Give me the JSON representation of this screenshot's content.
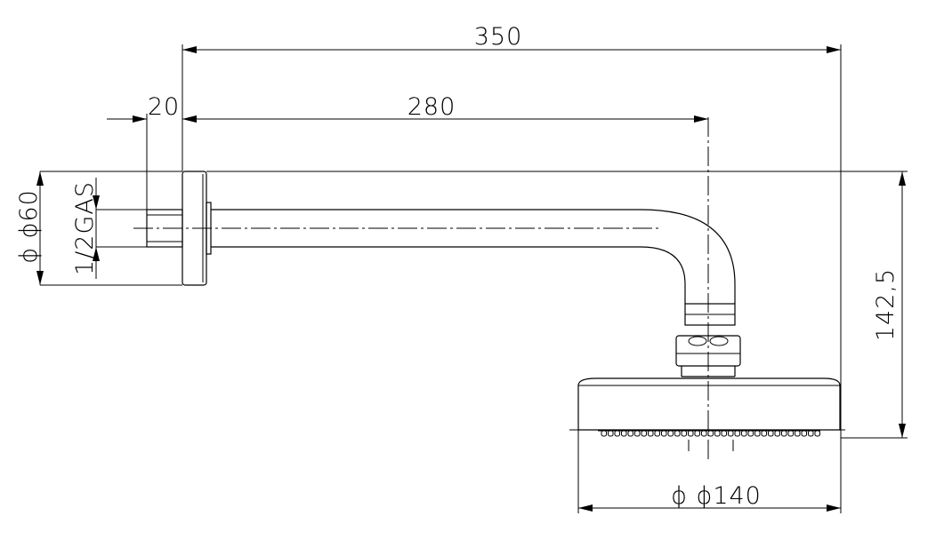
{
  "dimensions": {
    "overall_length": "350",
    "wall_offset": "20",
    "arm_reach": "280",
    "wall_flange_diameter": "ϕ ϕ60",
    "thread": "1/2GAS",
    "drop_height": "142,5",
    "head_diameter": "ϕ ϕ140"
  }
}
